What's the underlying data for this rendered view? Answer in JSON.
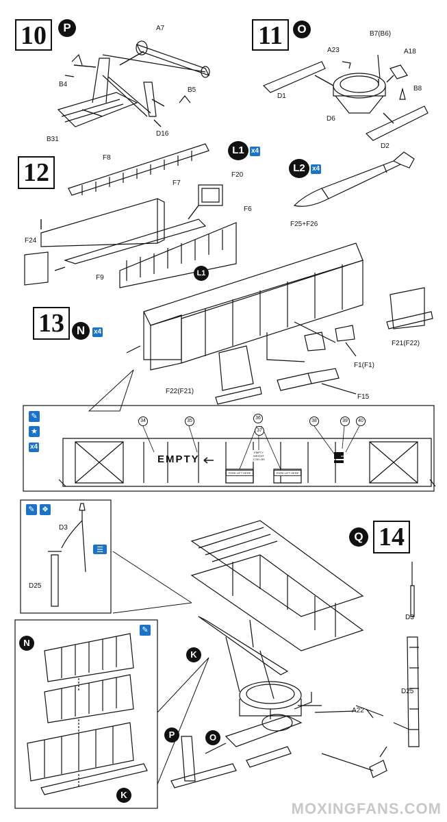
{
  "steps": {
    "s10": {
      "number": "10",
      "badge": "P"
    },
    "s11": {
      "number": "11",
      "badge": "O"
    },
    "s12": {
      "number": "12",
      "badge": "L1",
      "qty": "x4"
    },
    "s12b": {
      "badge": "L2",
      "qty": "x4"
    },
    "s13": {
      "number": "13",
      "badge": "N",
      "qty": "x4"
    },
    "s14": {
      "number": "14",
      "badge": "Q"
    }
  },
  "parts": {
    "A7": "A7",
    "B4": "B4",
    "B5": "B5",
    "B31": "B31",
    "D16": "D16",
    "A23": "A23",
    "B7": "B7(B6)",
    "A18": "A18",
    "B8": "B8",
    "D1": "D1",
    "D6": "D6",
    "D2": "D2",
    "F8": "F8",
    "F7": "F7",
    "F20": "F20",
    "F6": "F6",
    "F24": "F24",
    "F9": "F9",
    "F25F26": "F25+F26",
    "L1inline": "L1",
    "F21F22": "F21(F22)",
    "F22F21": "F22(F21)",
    "F1": "F1(F1)",
    "F15": "F15",
    "D3a": "D3",
    "D25a": "D25",
    "D3b": "D3",
    "D25b": "D25",
    "A22": "A22"
  },
  "decal_panel": {
    "callouts": [
      "34",
      "35",
      "36",
      "37",
      "38",
      "39",
      "40"
    ],
    "empty_text": "EMPTY",
    "fork1": "FORK LIFT HERE",
    "fork2": "FORK LIFT HERE",
    "weight": "EMPTY WEIGHT 1726 LBS",
    "qty": "x4"
  },
  "step14": {
    "badge_n": "N",
    "badge_k": "K",
    "badge_k2": "K",
    "badge_p": "P",
    "badge_o": "O"
  },
  "watermark": "MOXINGFANS.COM"
}
